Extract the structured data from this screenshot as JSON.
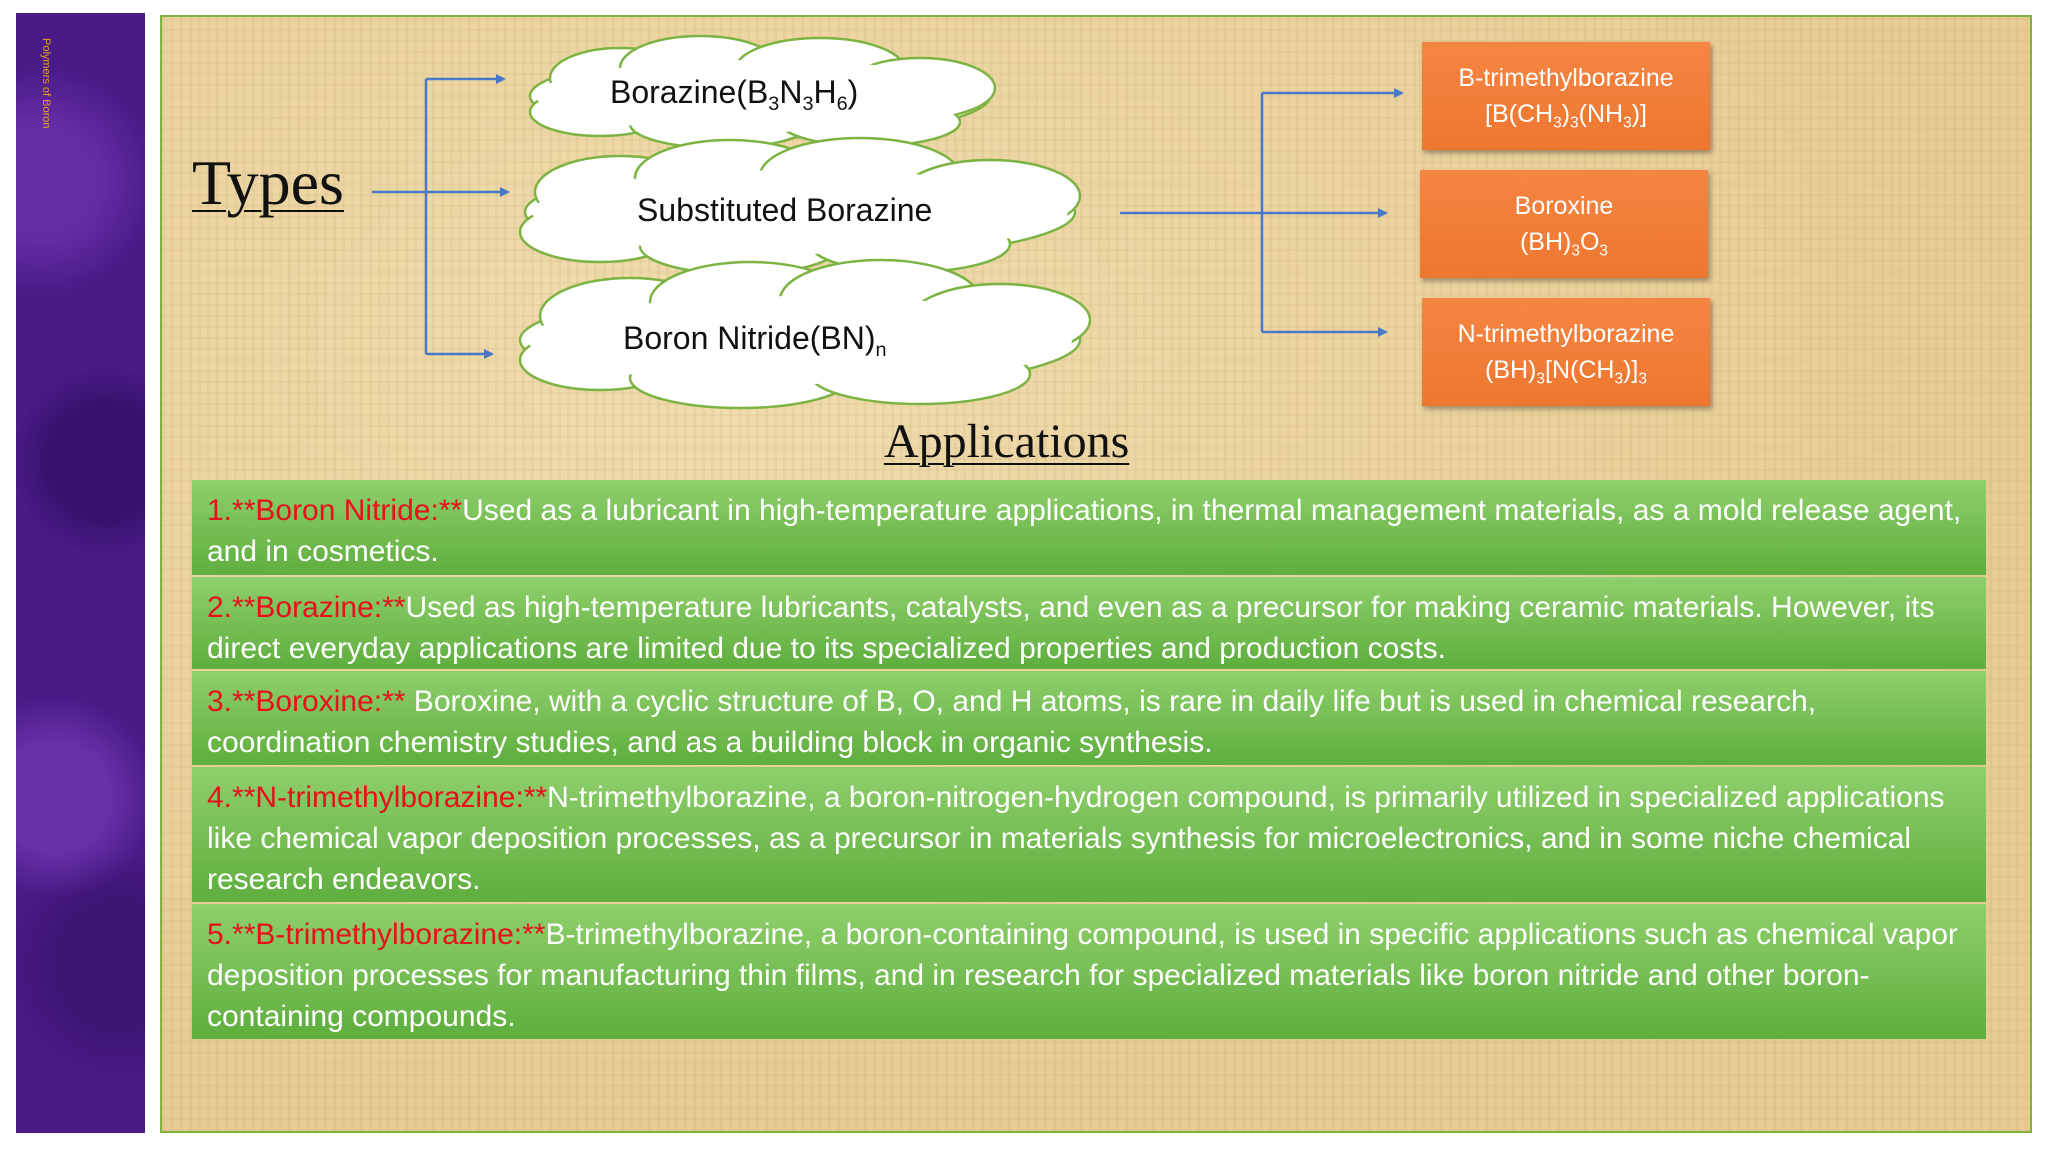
{
  "sidebar": {
    "title": "Polymers of Boron"
  },
  "types": {
    "heading": "Types",
    "clouds": [
      {
        "label": "Borazine(B",
        "parts": [
          "3",
          "N",
          "3",
          "H",
          "6",
          ")"
        ]
      },
      {
        "label": "Substituted Borazine"
      },
      {
        "label": "Boron Nitride(BN)",
        "sub": "n"
      }
    ],
    "substituted": [
      {
        "line1": "B-trimethylborazine",
        "line2": "[B(CH3)3(NH3)]"
      },
      {
        "line1": "Boroxine",
        "line2": "(BH)3O3"
      },
      {
        "line1": "N-trimethylborazine",
        "line2": "(BH)3[N(CH3)]3"
      }
    ]
  },
  "applications": {
    "heading": "Applications",
    "items": [
      {
        "lead": "1.**Boron Nitride:**",
        "text": "Used as a lubricant in high-temperature applications, in thermal management materials, as a mold release agent, and in cosmetics."
      },
      {
        "lead": "2.**Borazine:**",
        "text": "Used as high-temperature lubricants, catalysts, and even as a precursor for making ceramic materials. However, its direct everyday applications are limited due to its specialized properties and production costs."
      },
      {
        "lead": "3.**Boroxine:**",
        "text": " Boroxine, with a cyclic structure of B, O, and H atoms, is rare in daily life but is used in chemical research, coordination chemistry studies, and as a building block in organic synthesis."
      },
      {
        "lead": "4.**N-trimethylborazine:**",
        "text": "N-trimethylborazine, a boron-nitrogen-hydrogen compound, is primarily utilized in specialized applications like chemical vapor deposition processes, as a precursor in materials synthesis for microelectronics, and in some niche chemical research endeavors."
      },
      {
        "lead": "5.**B-trimethylborazine:**",
        "text": "B-trimethylborazine, a boron-containing compound, is used in specific applications such as chemical vapor deposition processes for manufacturing thin films, and in research for specialized materials like boron nitride and other boron-containing compounds."
      }
    ]
  },
  "colors": {
    "arrow": "#4a78c8",
    "box": "#f07a33",
    "row": "#6dbb4b",
    "lead": "#e8101a",
    "sidebar": "#4a1a86"
  }
}
